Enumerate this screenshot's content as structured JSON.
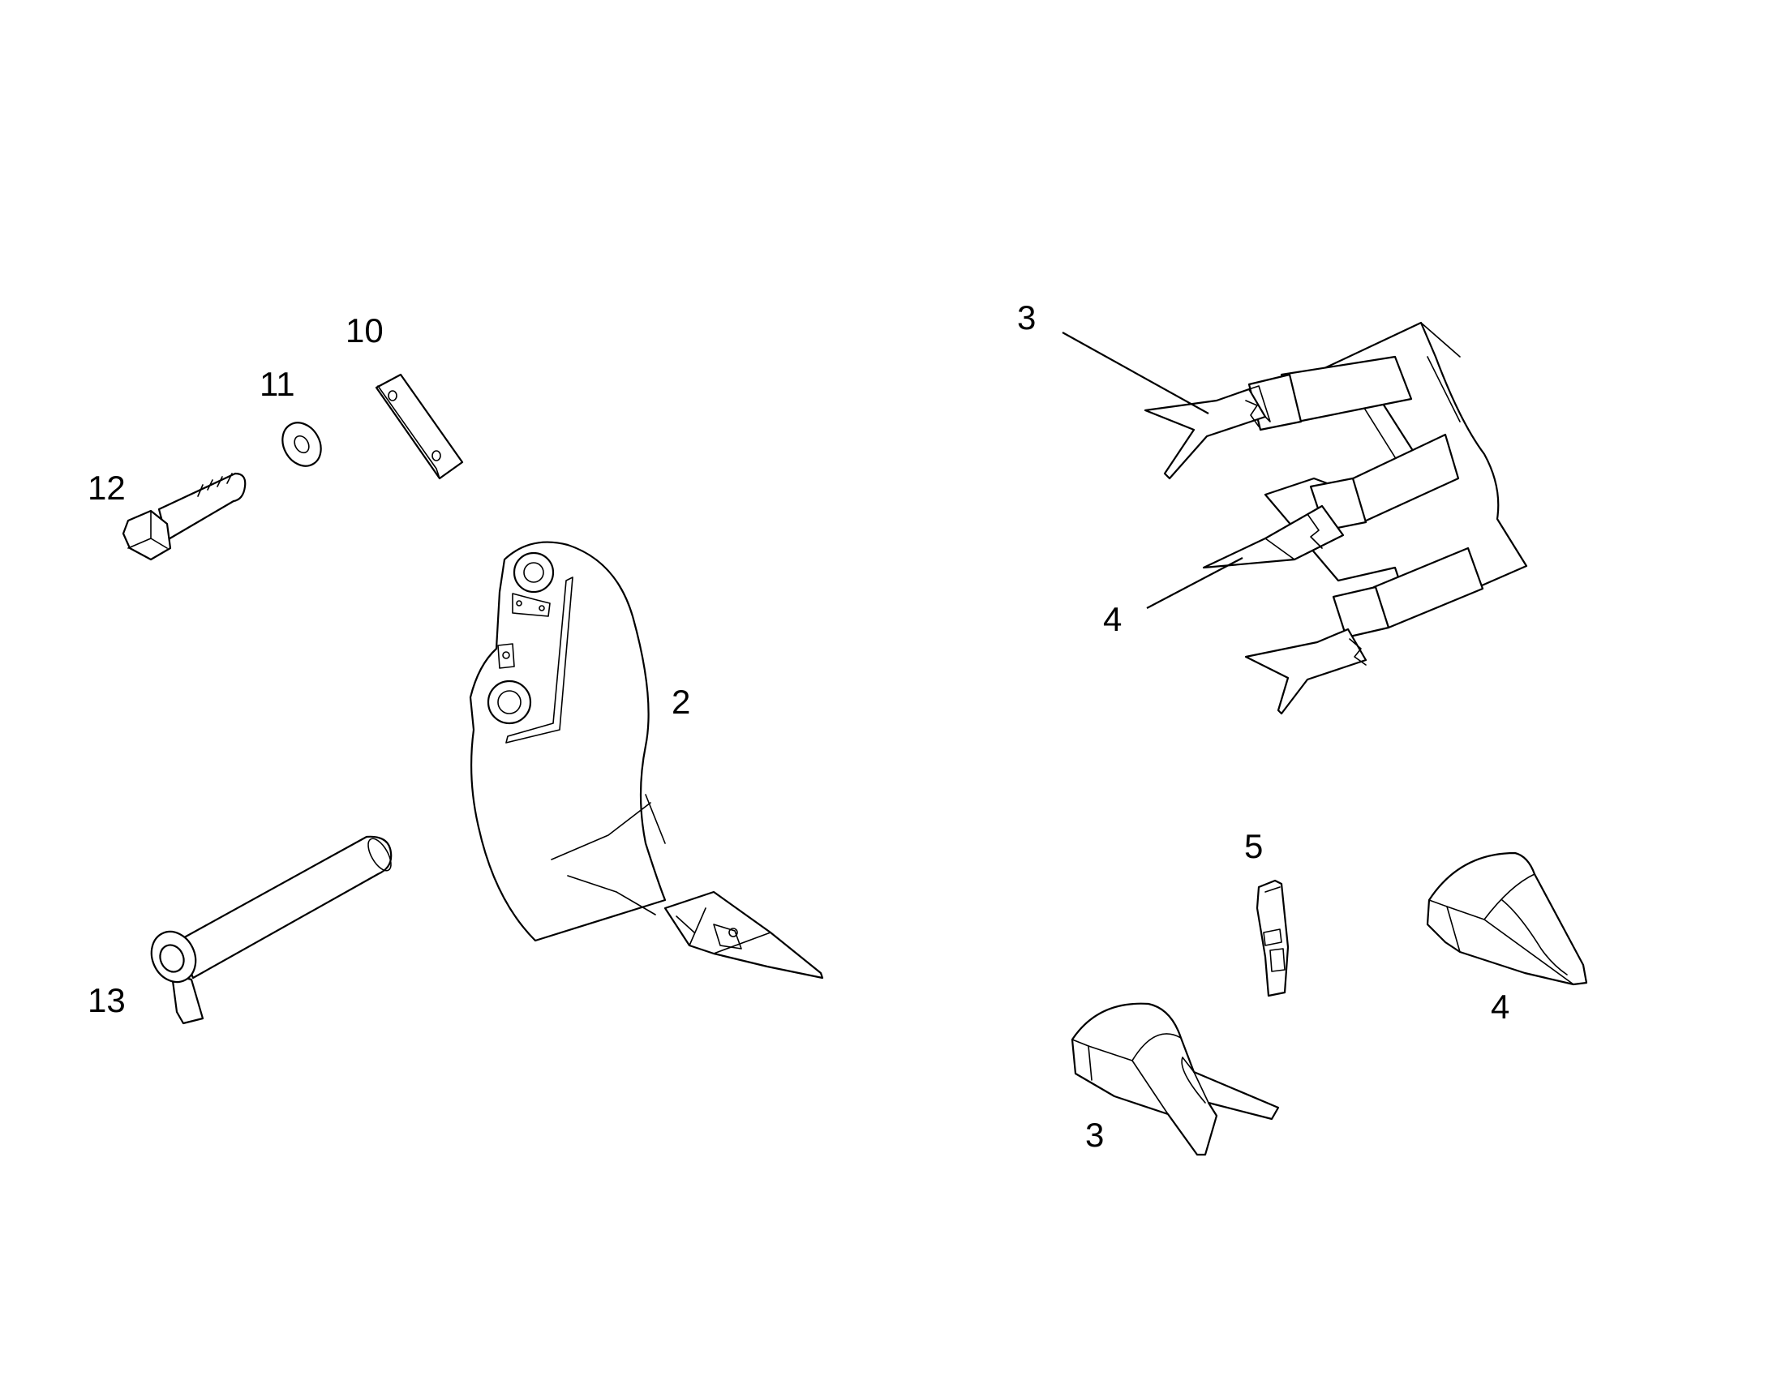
{
  "callouts": {
    "c10": "10",
    "c11": "11",
    "c12": "12",
    "c13": "13",
    "c2": "2",
    "c3_top": "3",
    "c4_top": "4",
    "c5": "5",
    "c4_bottom": "4",
    "c3_bottom": "3"
  },
  "colors": {
    "line": "#000000",
    "background": "#ffffff"
  }
}
